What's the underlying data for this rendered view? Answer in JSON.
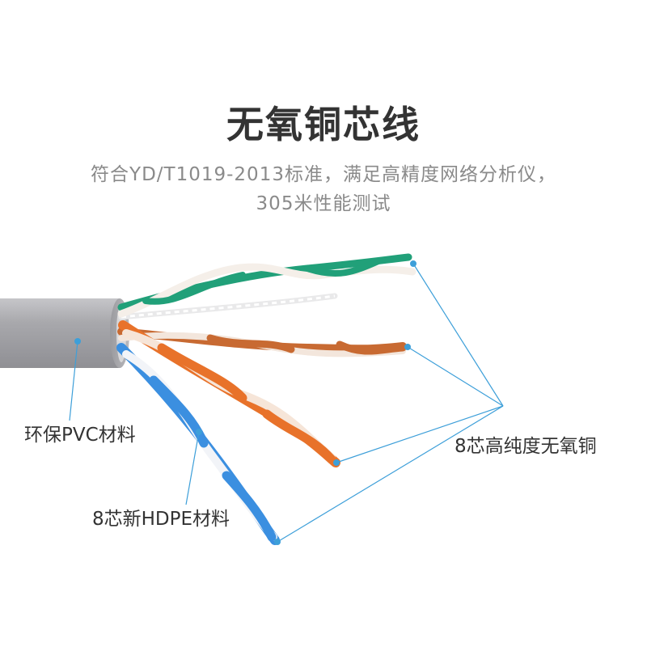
{
  "header": {
    "title": "无氧铜芯线",
    "subtitle_line1": "符合YD/T1019-2013标准，满足高精度网络分析仪，",
    "subtitle_line2": "305米性能测试"
  },
  "callouts": {
    "sheath": "环保PVC材料",
    "insulation": "8芯新HDPE材料",
    "conductor": "8芯高纯度无氧铜"
  },
  "colors": {
    "title": "#333333",
    "subtitle": "#8a8a8a",
    "cable_jacket": "#a9a9ac",
    "pair_green": "#21a079",
    "pair_orange": "#e8722a",
    "pair_blue": "#3b8fe0",
    "pair_brown": "#c86a32",
    "callout_line": "#3d9fd9"
  }
}
